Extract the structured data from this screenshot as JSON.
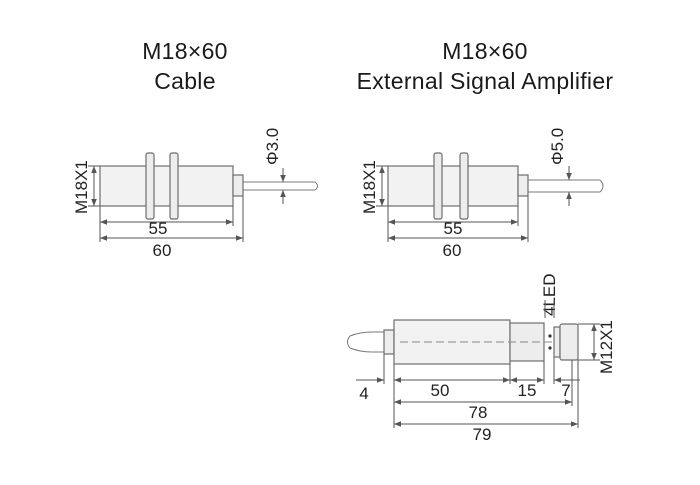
{
  "diagrams": [
    {
      "title_line1": "M18×60",
      "title_line2": "Cable",
      "thread": "M18X1",
      "cable_diameter": "Φ3.0",
      "dim_inner": "55",
      "dim_outer": "60"
    },
    {
      "title_line1": "M18×60",
      "title_line2": "External Signal Amplifier",
      "thread": "M18X1",
      "cable_diameter": "Φ5.0",
      "dim_inner": "55",
      "dim_outer": "60"
    },
    {
      "led": "4LED",
      "thread": "M12X1",
      "dim_a": "4",
      "dim_b": "50",
      "dim_c": "15",
      "dim_d": "7",
      "dim_e": "78",
      "dim_f": "79"
    }
  ]
}
